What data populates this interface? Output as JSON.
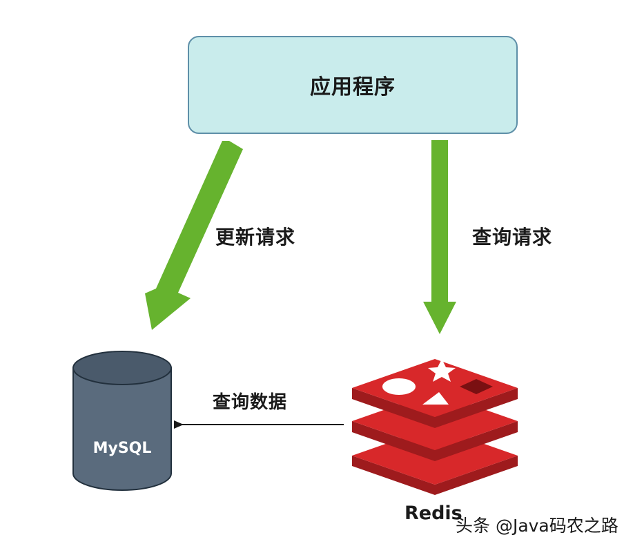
{
  "nodes": {
    "app": {
      "label": "应用程序"
    },
    "mysql": {
      "label": "MySQL"
    },
    "redis": {
      "label": "Redis"
    }
  },
  "edges": {
    "update": {
      "label": "更新请求",
      "from": "应用程序",
      "to": "MySQL"
    },
    "query": {
      "label": "查询请求",
      "from": "应用程序",
      "to": "Redis"
    },
    "data": {
      "label": "查询数据",
      "from": "Redis",
      "to": "MySQL"
    }
  },
  "watermark": "头条 @Java码农之路",
  "colors": {
    "app_fill": "#c9ecec",
    "app_border": "#5e8fa8",
    "arrow_green": "#66b32e",
    "mysql_body": "#5a6b7d",
    "redis_red": "#d8282a"
  }
}
